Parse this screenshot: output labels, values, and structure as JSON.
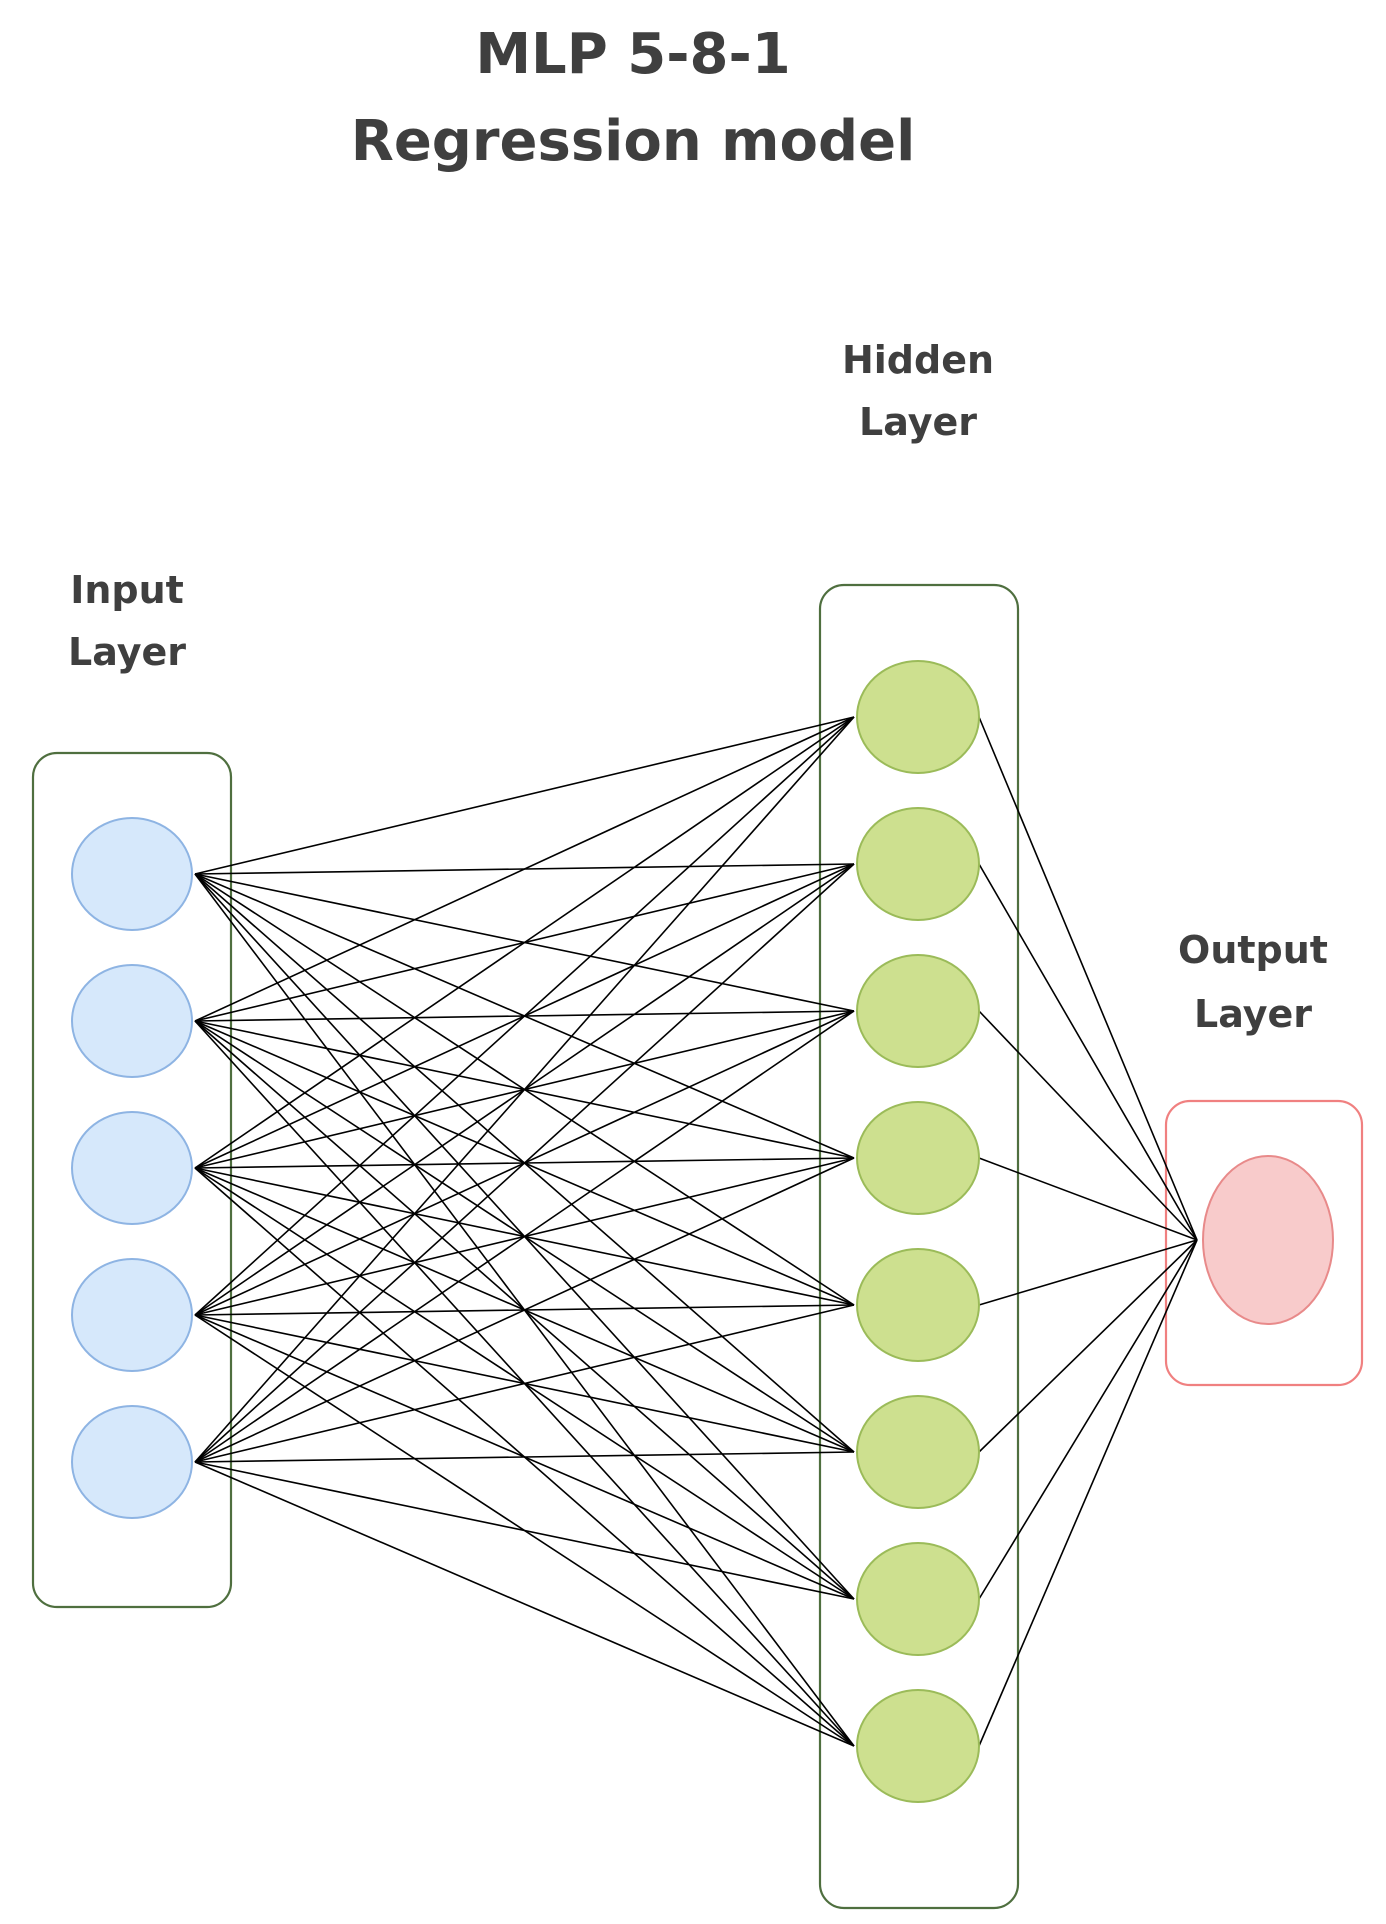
{
  "title": {
    "line1": "MLP 5-8-1",
    "line2": "Regression model"
  },
  "layers": {
    "input": {
      "label_line1": "Input",
      "label_line2": "Layer",
      "neurons": 5,
      "fill": "#d6e8fb",
      "stroke": "#8eb4e3"
    },
    "hidden": {
      "label_line1": "Hidden",
      "label_line2": "Layer",
      "neurons": 8,
      "fill": "#cde08f",
      "stroke": "#9bbb59"
    },
    "output": {
      "label_line1": "Output",
      "label_line2": "Layer",
      "neurons": 1,
      "fill": "#f8cbcb",
      "stroke": "#e88a8a"
    }
  },
  "colors": {
    "input_box_border": "#4f6f3f",
    "hidden_box_border": "#4f6f3f",
    "output_box_border": "#f08080",
    "connection": "#000000",
    "label_text": "#3f3f3f"
  }
}
